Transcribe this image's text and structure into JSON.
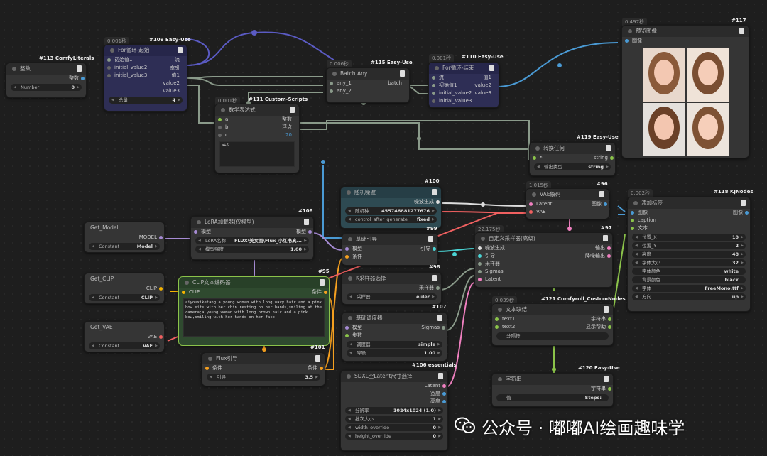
{
  "watermark": "公众号 · 嘟嘟AI绘画趣味学",
  "nodes": {
    "n113": {
      "badge": "#113 ComfyLiterals",
      "title": "整数",
      "out": "整数",
      "widget_label": "Number",
      "widget_value": "0"
    },
    "n109": {
      "badge": "#109 Easy-Use",
      "timer": "0.001秒",
      "title": "For循环-起始",
      "in1": "初始值1",
      "in2": "initial_value2",
      "in3": "initial_value3",
      "out1": "流",
      "out2": "索引",
      "out3": "值1",
      "out4": "value2",
      "out5": "value3",
      "widget_label": "总量",
      "widget_value": "4"
    },
    "n111": {
      "badge": "#111 Custom-Scripts",
      "timer": "0.001秒",
      "title": "数学表达式",
      "in_a": "a",
      "in_b": "b",
      "in_c": "c",
      "out1": "整数",
      "out2": "浮点",
      "out3": "20",
      "expr": "a+5"
    },
    "n115": {
      "badge": "#115 Easy-Use",
      "timer": "0.006秒",
      "title": "Batch Any",
      "in1": "any_1",
      "in2": "any_2",
      "out": "batch"
    },
    "n110": {
      "badge": "#110 Easy-Use",
      "timer": "0.001秒",
      "title": "For循环-结束",
      "in1": "流",
      "in2": "初始值1",
      "in3": "initial_value2",
      "in4": "initial_value3",
      "out1": "值1",
      "out2": "value2",
      "out3": "value3"
    },
    "n117": {
      "badge": "#117",
      "timer": "0.497秒",
      "title": "预览图像",
      "in": "图像"
    },
    "n119": {
      "badge": "#119 Easy-Use",
      "title": "转换任何",
      "in": "*",
      "out": "string",
      "widget_label": "输出类型",
      "widget_value": "string"
    },
    "n100": {
      "badge": "#100",
      "title": "随机噪波",
      "out": "噪波生成",
      "seed_label": "随机种",
      "seed_value": "455746881277676",
      "cag_label": "control_after_generate",
      "cag_value": "fixed"
    },
    "n96": {
      "badge": "#96",
      "timer": "1.015秒",
      "title": "VAE解码",
      "in1": "Latent",
      "in2": "VAE",
      "out": "图像"
    },
    "n118": {
      "badge": "#118 KJNodes",
      "timer": "0.002秒",
      "title": "添加标签",
      "in1": "图像",
      "in2": "caption",
      "in3": "文本",
      "out": "图像",
      "fields": [
        [
          "位置_X",
          "10"
        ],
        [
          "位置_Y",
          "2"
        ],
        [
          "高度",
          "48"
        ],
        [
          "字体大小",
          "32"
        ],
        [
          "字体颜色",
          "white"
        ],
        [
          "背景颜色",
          "black"
        ],
        [
          "字体",
          "FreeMono.ttf"
        ],
        [
          "方向",
          "up"
        ]
      ]
    },
    "getmodel": {
      "title": "Get_Model",
      "out": "MODEL",
      "w_label": "Constant",
      "w_value": "Model"
    },
    "getclip": {
      "title": "Get_CLIP",
      "out": "CLIP",
      "w_label": "Constant",
      "w_value": "CLIP"
    },
    "getvae": {
      "title": "Get_VAE",
      "out": "VAE",
      "w_label": "Constant",
      "w_value": "VAE"
    },
    "n108": {
      "badge": "#108",
      "title": "LoRA加载器(仅模型)",
      "in": "模型",
      "out": "模型",
      "lora_label": "LoRA名称",
      "lora_value": "FLUX\\美女图\\Flux_小红书真...",
      "str_label": "模型强度",
      "str_value": "1.00"
    },
    "n95": {
      "badge": "#95",
      "title": "CLIP文本编码器",
      "in": "CLIP",
      "out": "条件",
      "prompt": "aiyouxiketang,a young woman with long,wavy hair and a pink bow sits with her chin resting on her hands,smiling at the camera;a young woman with long brown hair and a pink bow,smiling with her hands on her face,"
    },
    "n101": {
      "badge": "#101",
      "title": "Flux引导",
      "in": "条件",
      "out": "条件",
      "w_label": "引导",
      "w_value": "3.5"
    },
    "n99": {
      "badge": "#99",
      "title": "基础引导",
      "in1": "模型",
      "in2": "条件",
      "out": "引导"
    },
    "n98": {
      "badge": "#98",
      "title": "K采样器选择",
      "out": "采样器",
      "w_label": "采样器",
      "w_value": "euler"
    },
    "n107": {
      "badge": "#107",
      "title": "基础调度器",
      "in1": "模型",
      "in2": "步数",
      "out": "Sigmas",
      "w1_label": "调度器",
      "w1_value": "simple",
      "w2_label": "降噪",
      "w2_value": "1.00"
    },
    "n106": {
      "badge": "#106 essentials",
      "title": "SDXL空Latent尺寸选择",
      "out1": "Latent",
      "out2": "宽度",
      "out3": "高度",
      "fields": [
        [
          "分辨率",
          "1024x1024 (1.0)"
        ],
        [
          "批次大小",
          "1"
        ],
        [
          "width_override",
          "0"
        ],
        [
          "height_override",
          "0"
        ]
      ]
    },
    "n97": {
      "badge": "#97",
      "timer": "22.175秒",
      "title": "自定义采样器(高级)",
      "in1": "噪波生成",
      "in2": "引导",
      "in3": "采样器",
      "in4": "Sigmas",
      "in5": "Latent",
      "out1": "输出",
      "out2": "降噪输出"
    },
    "n121": {
      "badge": "#121 Comfyroll_CustomNodes",
      "timer": "0.039秒",
      "title": "文本联结",
      "in1": "text1",
      "in2": "text2",
      "out1": "字符串",
      "out2": "显示帮助",
      "w_label": "分隔符"
    },
    "n120": {
      "badge": "#120 Easy-Use",
      "title": "字符串",
      "out": "字符串",
      "w_label": "值",
      "w_value": "Steps:"
    }
  }
}
